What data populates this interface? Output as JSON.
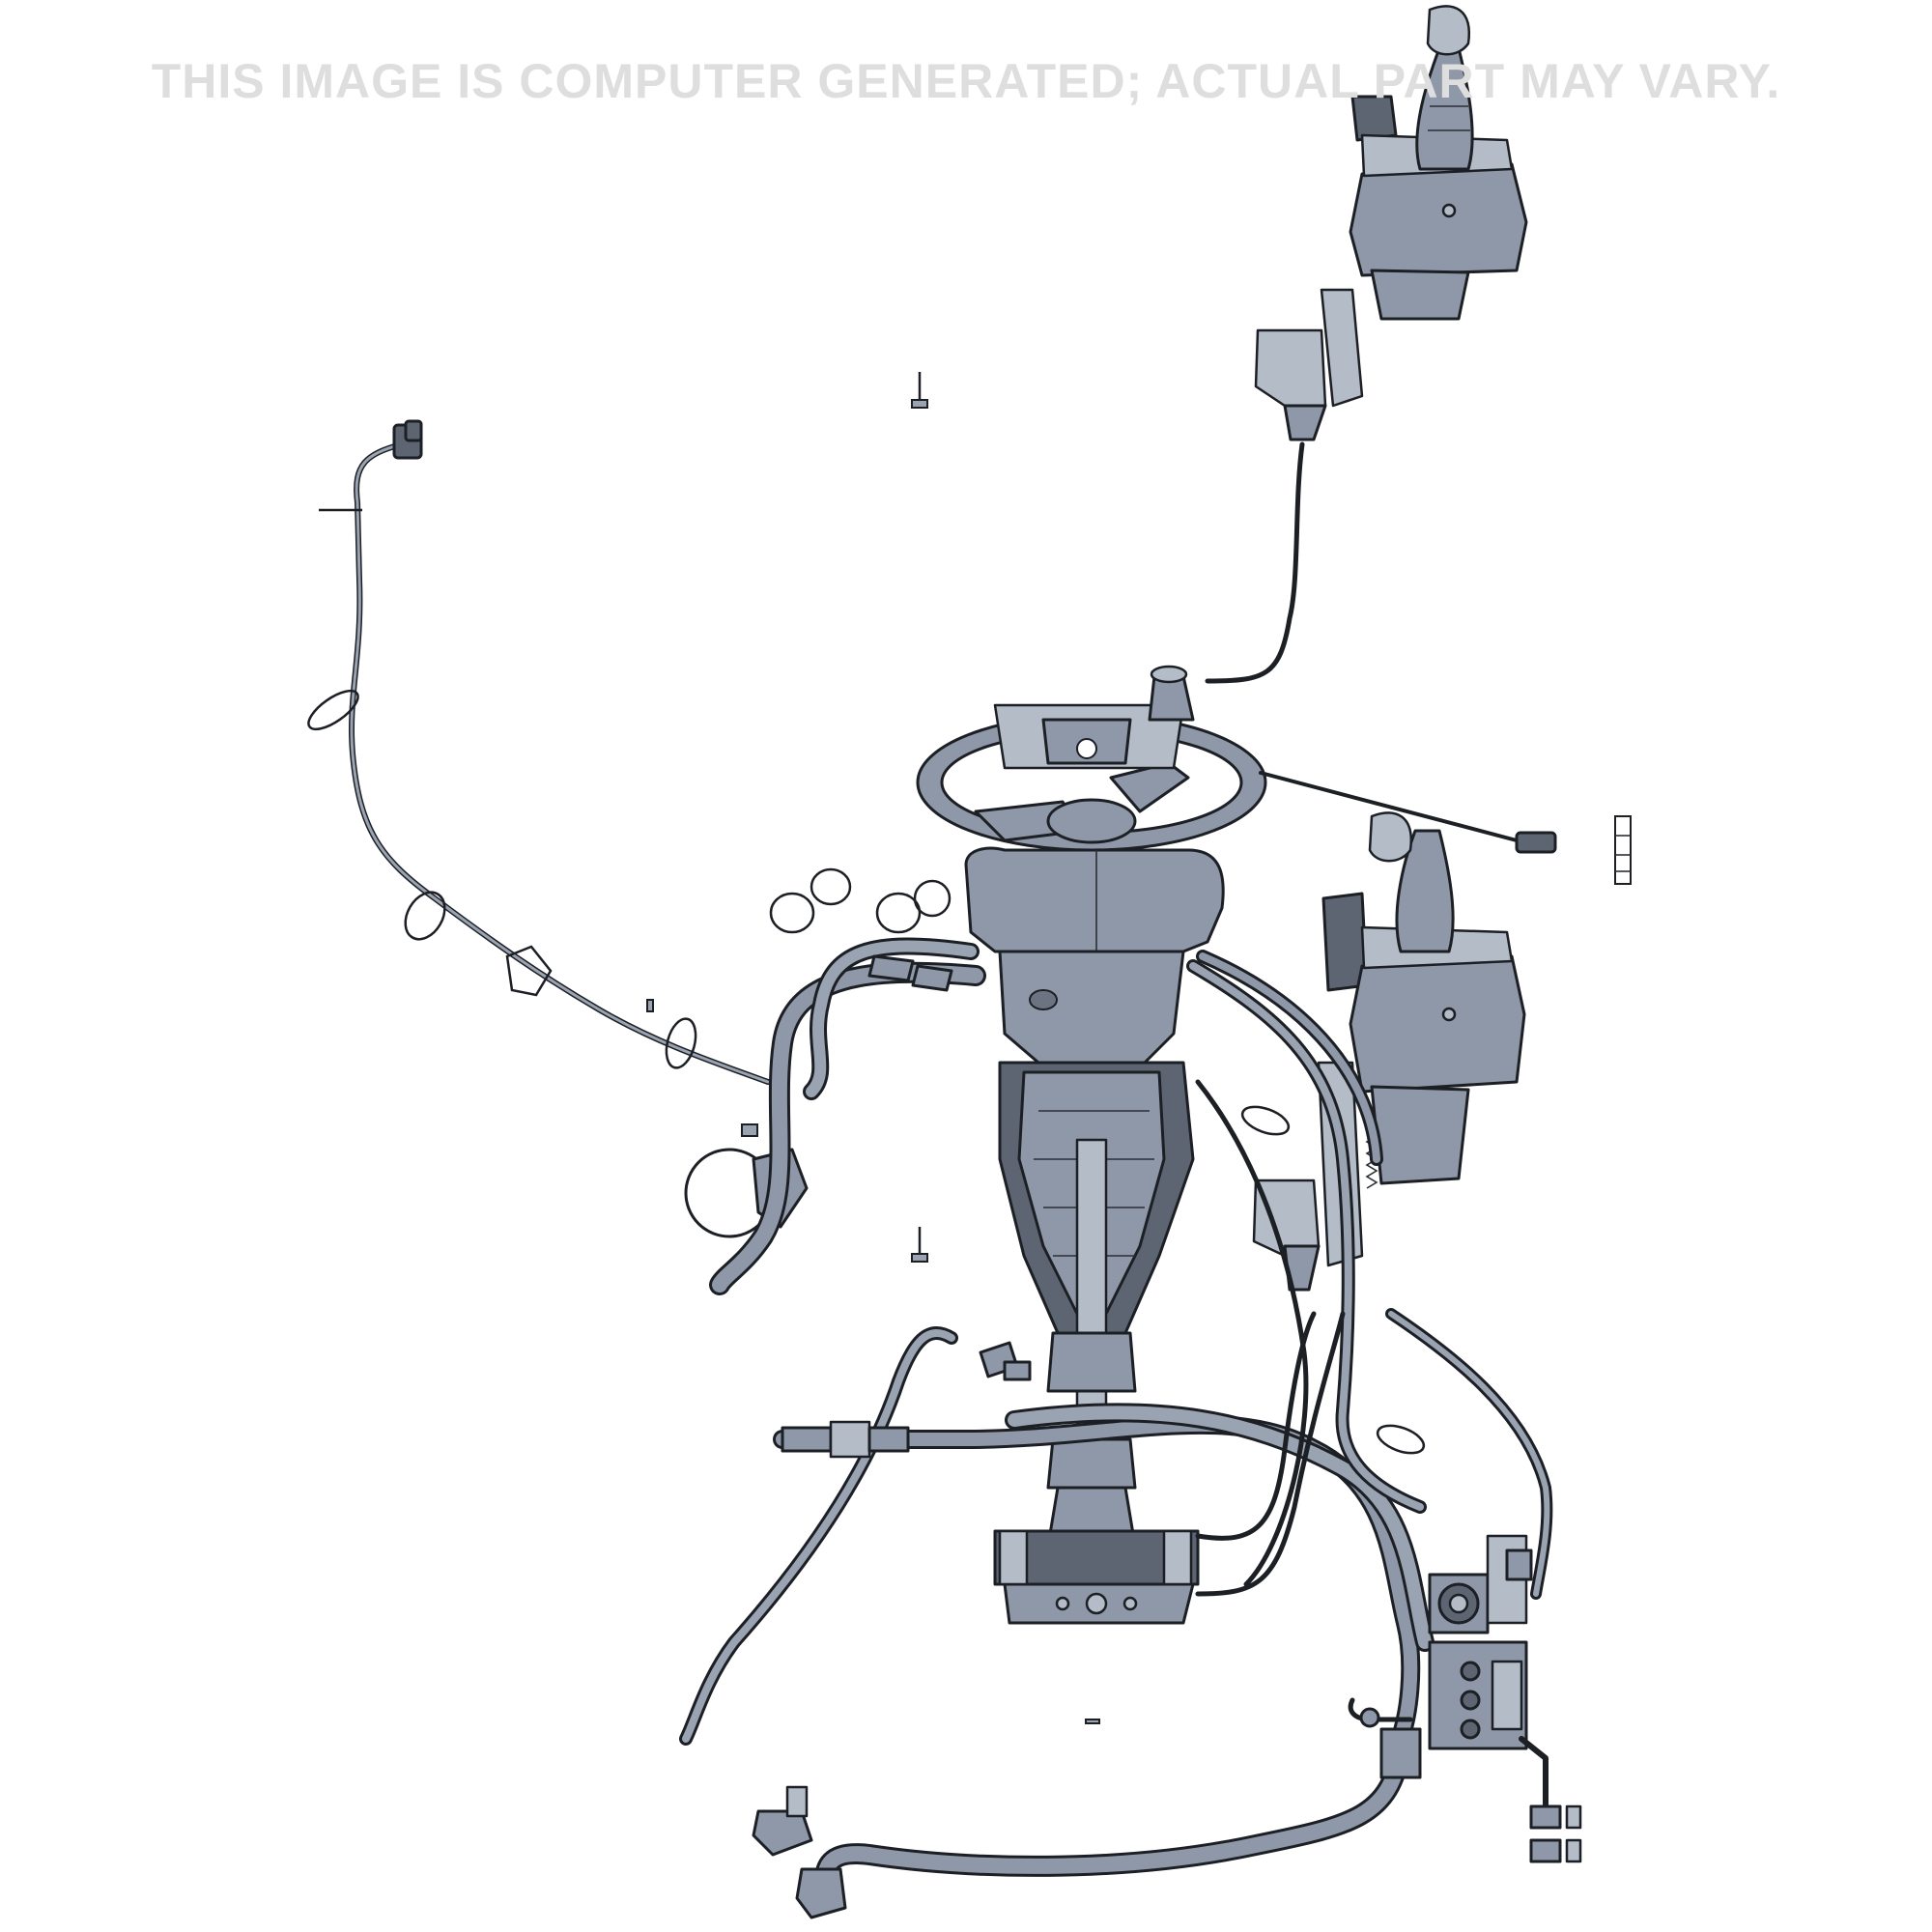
{
  "watermark": {
    "text": "THIS IMAGE IS COMPUTER GENERATED; ACTUAL PART MAY VARY."
  },
  "colors": {
    "part_fill": "#8f98a8",
    "part_outline": "#1c1f24",
    "watermark": "#dedede",
    "background": "#ffffff"
  },
  "parts": [
    "steering-wheel",
    "steering-column",
    "steering-column-base-plate",
    "upper-joystick-control",
    "lower-joystick-control",
    "left-wiring-harness",
    "hydraulic-hoses",
    "hydraulic-valve-block",
    "hose-clamp",
    "decal"
  ]
}
